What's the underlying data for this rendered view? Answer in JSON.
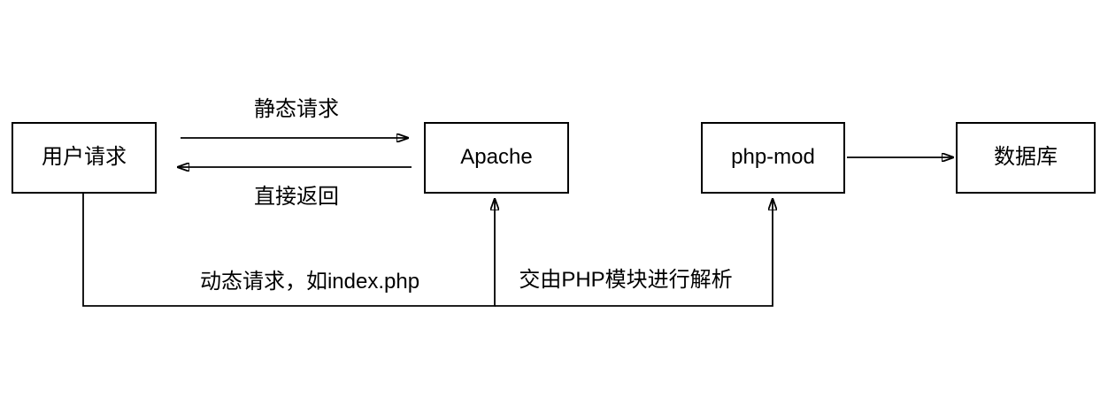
{
  "diagram": {
    "type": "flow-diagram",
    "background_color": "#ffffff",
    "stroke_color": "#000000",
    "text_color": "#000000",
    "nodes": [
      {
        "id": "user-request",
        "label": "用户请求"
      },
      {
        "id": "apache",
        "label": "Apache"
      },
      {
        "id": "php-mod",
        "label": "php-mod"
      },
      {
        "id": "database",
        "label": "数据库"
      }
    ],
    "edge_labels": {
      "static_request": "静态请求",
      "direct_return": "直接返回",
      "dynamic_request": "动态请求，如index.php",
      "php_parse": "交由PHP模块进行解析"
    },
    "edges": [
      {
        "from": "user-request",
        "to": "apache",
        "label": "静态请求",
        "direction": "right"
      },
      {
        "from": "apache",
        "to": "user-request",
        "label": "直接返回",
        "direction": "left"
      },
      {
        "from": "user-request",
        "to": "apache",
        "label": "动态请求，如index.php",
        "direction": "down-right-up"
      },
      {
        "from": "apache",
        "to": "php-mod",
        "label": "交由PHP模块进行解析",
        "direction": "right-up"
      },
      {
        "from": "php-mod",
        "to": "database",
        "label": "",
        "direction": "right"
      }
    ]
  }
}
